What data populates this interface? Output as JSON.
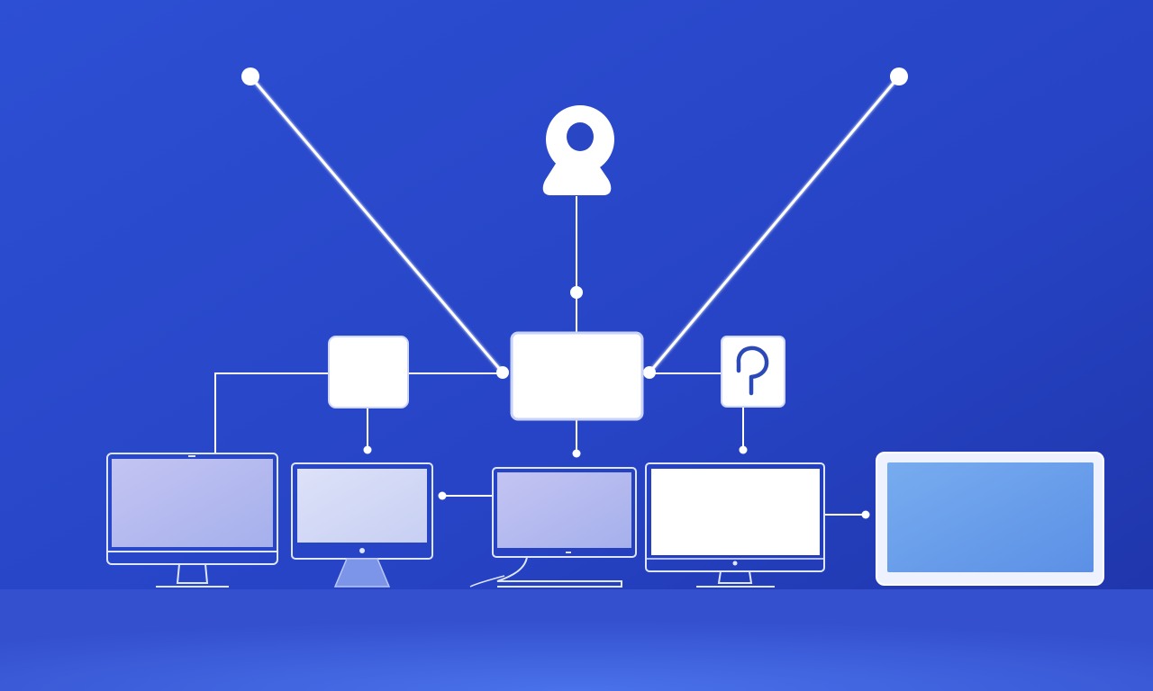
{
  "diagram": {
    "description_free": true,
    "colors": {
      "background_top": "#2a4fd1",
      "background_bottom": "#1f35a8",
      "floor": "#3e63dc",
      "line": "#ffffff",
      "outline": "#dfe6ff",
      "screen_lavender": "#b7bdf0",
      "screen_light": "#d6dcf6",
      "screen_white": "#ffffff",
      "tablet_screen": "#6a9ee8",
      "glyph": "#2c49b8"
    },
    "icons": {
      "top_center": "lock-icon",
      "right_box": "question-mark-icon"
    },
    "devices": [
      "desktop-monitor",
      "desktop-monitor",
      "desktop-monitor",
      "desktop-monitor",
      "tablet"
    ]
  }
}
